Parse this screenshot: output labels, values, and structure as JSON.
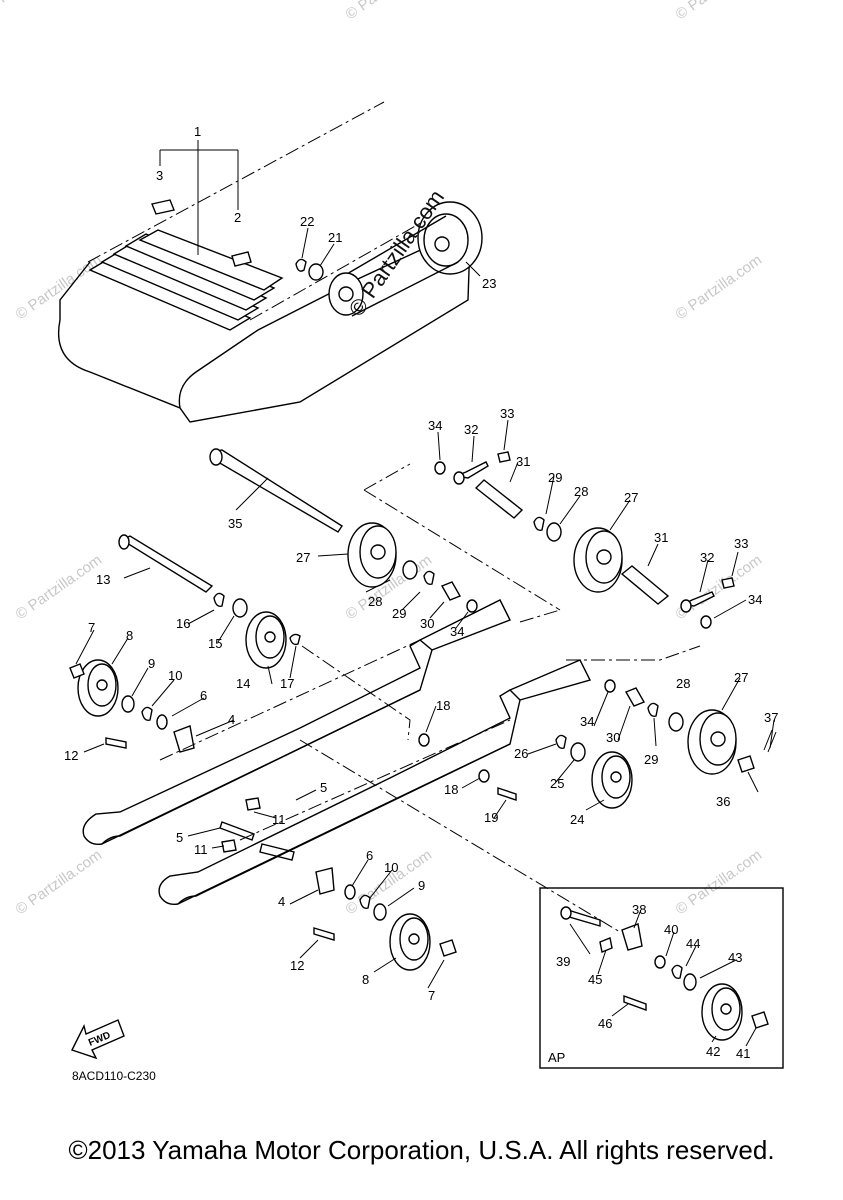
{
  "watermark": "© Partzilla.com",
  "watermark_main": "© Partzilla.com",
  "diagram_code": "8ACD110-C230",
  "fwd_label": "FWD",
  "ap_label": "AP",
  "copyright": "©2013 Yamaha Motor Corporation, U.S.A. All rights reserved.",
  "callouts": [
    "1",
    "2",
    "3",
    "4",
    "4",
    "5",
    "5",
    "6",
    "6",
    "7",
    "7",
    "8",
    "8",
    "9",
    "9",
    "10",
    "10",
    "11",
    "11",
    "12",
    "12",
    "13",
    "14",
    "15",
    "16",
    "17",
    "18",
    "18",
    "19",
    "21",
    "22",
    "23",
    "24",
    "25",
    "26",
    "27",
    "27",
    "27",
    "28",
    "28",
    "28",
    "29",
    "29",
    "29",
    "30",
    "30",
    "31",
    "31",
    "32",
    "32",
    "33",
    "33",
    "34",
    "34",
    "34",
    "34",
    "35",
    "36",
    "37",
    "38",
    "39",
    "40",
    "41",
    "42",
    "43",
    "44",
    "45",
    "46"
  ]
}
